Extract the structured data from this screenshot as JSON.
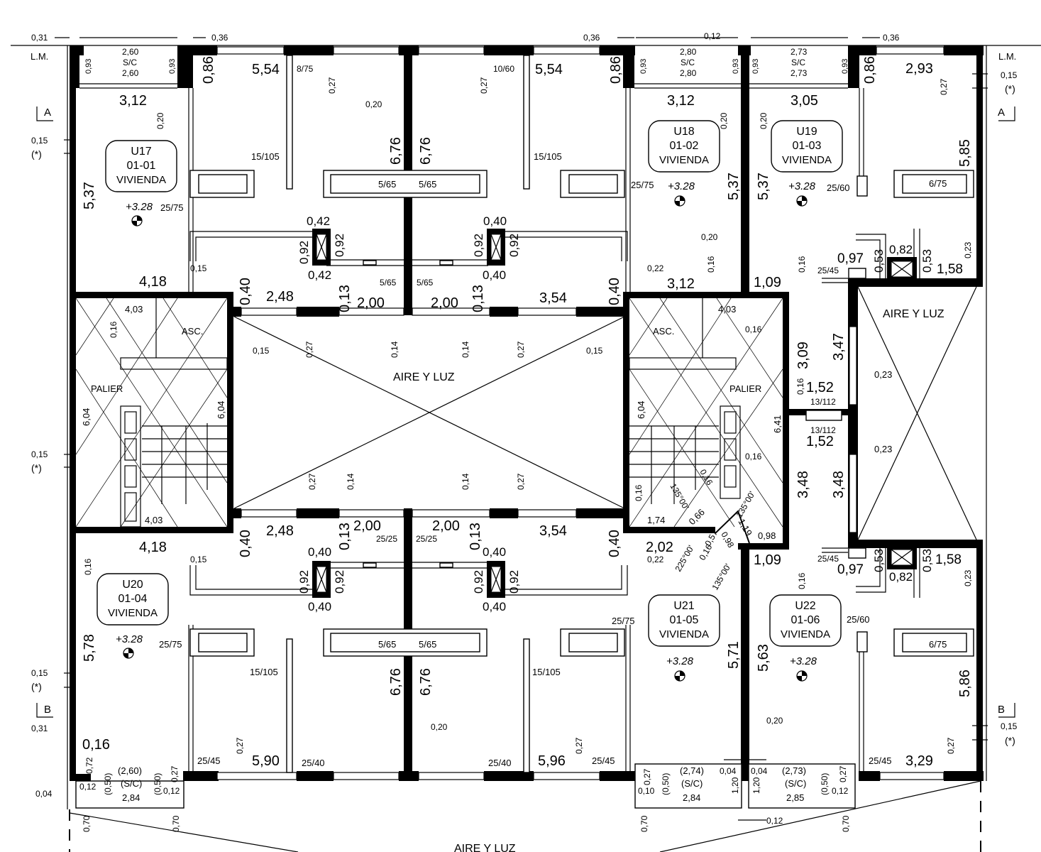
{
  "margins": {
    "left_label": "L.M.",
    "right_label": "L.M.",
    "section_a": "A",
    "section_b": "B",
    "note": "(*)"
  },
  "units": [
    {
      "code": "U17",
      "number": "01-01",
      "use": "VIVIENDA",
      "level": "+3.28"
    },
    {
      "code": "U18",
      "number": "01-02",
      "use": "VIVIENDA",
      "level": "+3.28"
    },
    {
      "code": "U19",
      "number": "01-03",
      "use": "VIVIENDA",
      "level": "+3.28"
    },
    {
      "code": "U20",
      "number": "01-04",
      "use": "VIVIENDA",
      "level": "+3.28"
    },
    {
      "code": "U21",
      "number": "01-05",
      "use": "VIVIENDA",
      "level": "+3.28"
    },
    {
      "code": "U22",
      "number": "01-06",
      "use": "VIVIENDA",
      "level": "+3.28"
    }
  ],
  "spaces": {
    "aire_luz": "AIRE Y LUZ",
    "palier": "PALIER",
    "asc": "ASC."
  },
  "dims": {
    "d031": "0,31",
    "d036": "0,36",
    "d012": "0,12",
    "d015": "0,15",
    "d093": "0,93",
    "d260": "2,60",
    "d280": "2,80",
    "d273": "2,73",
    "sc": "S/C",
    "d086": "0,86",
    "d554": "5,54",
    "d293": "2,93",
    "d027": "0,27",
    "d020": "0,20",
    "d312": "3,12",
    "d305": "3,05",
    "d537": "5,37",
    "d585": "5,85",
    "d676": "6,76",
    "w875": "8/75",
    "w1060": "10/60",
    "w15105": "15/105",
    "w2575": "25/75",
    "w565": "5/65",
    "w2560": "25/60",
    "w675": "6/75",
    "w2545": "25/45",
    "w2540": "25/40",
    "w2525": "25/25",
    "w13112": "13/112",
    "d042": "0,42",
    "d040": "0,40",
    "d092": "0,92",
    "d022": "0,22",
    "d016": "0,16",
    "d097": "0,97",
    "d053": "0,53",
    "d082": "0,82",
    "d023": "0,23",
    "d158": "1,58",
    "d418": "4,18",
    "d248": "2,48",
    "d013": "0,13",
    "d200": "2,00",
    "d354": "3,54",
    "d109": "1,09",
    "d403": "4,03",
    "d014": "0,14",
    "d309": "3,09",
    "d347": "3,47",
    "d152": "1,52",
    "d604": "6,04",
    "d641": "6,41",
    "d348": "3,48",
    "d174": "1,74",
    "d066": "0,66",
    "d119": "1,19",
    "d098": "0,98",
    "d202": "2,02",
    "d057": "0,57",
    "a135": "135°00'",
    "a225": "225°00'",
    "d578": "5,78",
    "d571": "5,71",
    "d563": "5,63",
    "d586": "5,86",
    "d590": "5,90",
    "d596": "5,96",
    "d329": "3,29",
    "d004": "0,04",
    "d072": "0,72",
    "d050p": "(0,50)",
    "d260p": "(2,60)",
    "scp": "(S/C)",
    "d284": "2,84",
    "d274p": "(2,74)",
    "d273p": "(2,73)",
    "d285": "2,85",
    "d010": "0,10",
    "d120": "1,20",
    "d070": "0,70"
  }
}
